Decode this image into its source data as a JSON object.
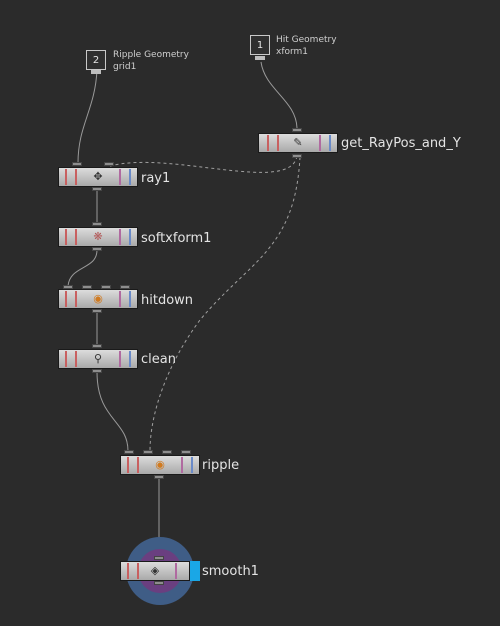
{
  "inputs": [
    {
      "id": "input-2",
      "index_label": "2",
      "title": "Ripple Geometry",
      "node": "grid1"
    },
    {
      "id": "input-1",
      "index_label": "1",
      "title": "Hit Geometry",
      "node": "xform1"
    }
  ],
  "nodes": [
    {
      "id": "get-raypos",
      "label": "get_RayPos_and_Y",
      "icon": "attribwrangle-icon"
    },
    {
      "id": "ray1",
      "label": "ray1",
      "icon": "ray-icon"
    },
    {
      "id": "softxform1",
      "label": "softxform1",
      "icon": "softxform-icon"
    },
    {
      "id": "hitdown",
      "label": "hitdown",
      "icon": "vex-icon"
    },
    {
      "id": "clean",
      "label": "clean",
      "icon": "clean-icon"
    },
    {
      "id": "ripple",
      "label": "ripple",
      "icon": "vex-icon"
    },
    {
      "id": "smooth1",
      "label": "smooth1",
      "icon": "smooth-icon",
      "display_flag": true
    }
  ],
  "colors": {
    "background": "#2b2b2b",
    "node_body": "#c8c8c8",
    "display_flag": "#1aa7e6",
    "halo_outer": "#3f5d86",
    "halo_inner": "#6a3f80"
  }
}
